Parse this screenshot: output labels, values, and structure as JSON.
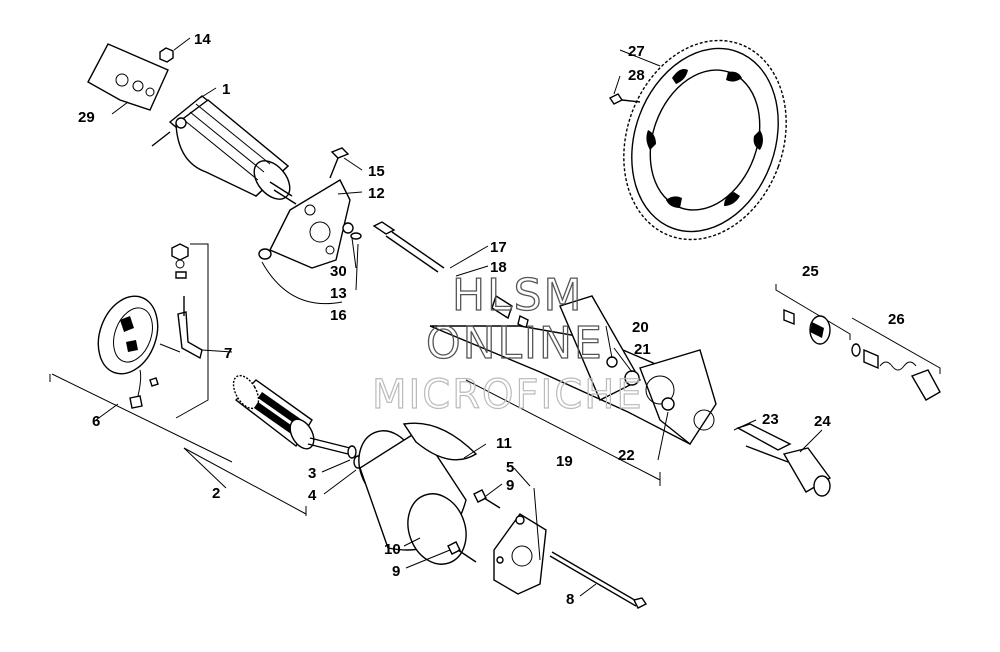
{
  "watermark": {
    "line1": "HLSM",
    "line2": "ONLINE",
    "line3": "MICROFICHE"
  },
  "callouts": {
    "c1": "1",
    "c2": "2",
    "c3": "3",
    "c4": "4",
    "c5": "5",
    "c6": "6",
    "c7": "7",
    "c8": "8",
    "c9a": "9",
    "c9b": "9",
    "c10": "10",
    "c11": "11",
    "c12": "12",
    "c13": "13",
    "c14": "14",
    "c15": "15",
    "c16": "16",
    "c17": "17",
    "c18": "18",
    "c19": "19",
    "c20": "20",
    "c21": "21",
    "c22": "22",
    "c23": "23",
    "c24": "24",
    "c25": "25",
    "c26": "26",
    "c27": "27",
    "c28": "28",
    "c29": "29",
    "c30": "30"
  }
}
